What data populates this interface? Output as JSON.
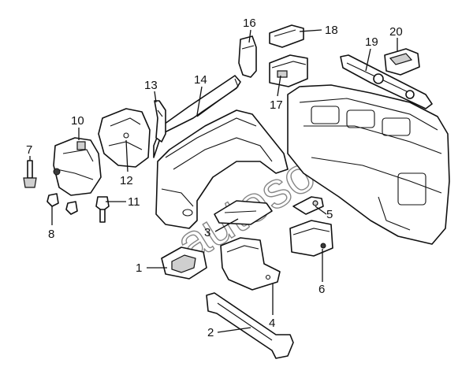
{
  "diagram": {
    "callouts": [
      "1",
      "2",
      "3",
      "4",
      "5",
      "6",
      "7",
      "8",
      "10",
      "11",
      "12",
      "13",
      "14",
      "16",
      "17",
      "18",
      "19",
      "20"
    ],
    "watermark": "autosoft"
  }
}
